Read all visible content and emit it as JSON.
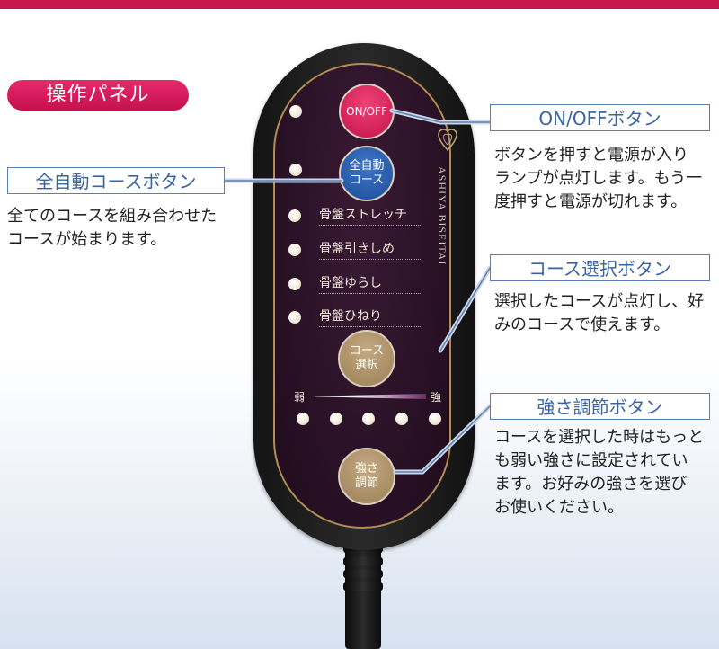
{
  "section_title": "操作パネル",
  "remote": {
    "brand": "ASHIYA BISEITAI",
    "onoff_label": "ON/OFF",
    "auto_label_line1": "全自動",
    "auto_label_line2": "コース",
    "courses": [
      "骨盤ストレッチ",
      "骨盤引きしめ",
      "骨盤ゆらし",
      "骨盤ひねり"
    ],
    "course_button_line1": "コース",
    "course_button_line2": "選択",
    "strength_weak": "弱",
    "strength_strong": "強",
    "strength_button_line1": "強さ",
    "strength_button_line2": "調節"
  },
  "callouts": {
    "onoff": {
      "title": "ON/OFFボタン",
      "lines": [
        "ボタンを押すと電源が入り",
        "ランプが点灯します。もう一",
        "度押すと電源が切れます。"
      ]
    },
    "auto": {
      "title": "全自動コースボタン",
      "lines": [
        "全てのコースを組み合わせた",
        "コースが始まります。"
      ]
    },
    "course": {
      "title": "コース選択ボタン",
      "lines": [
        "選択したコースが点灯し、好",
        "みのコースで使えます。"
      ]
    },
    "strength": {
      "title": "強さ調節ボタン",
      "lines": [
        "コースを選択した時はもっと",
        "も弱い強さに設定されてい",
        "ます。お好みの強さを選び",
        "お使いください。"
      ]
    }
  },
  "colors": {
    "accent_pink": "#c8174d",
    "label_blue": "#3a63a0",
    "panel_gold": "#b48d55"
  }
}
